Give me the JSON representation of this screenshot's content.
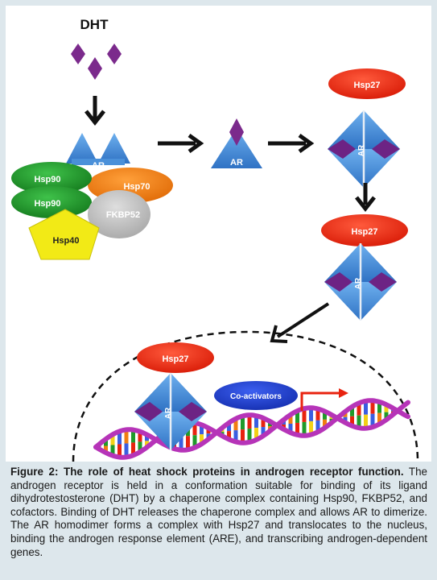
{
  "figure": {
    "ligand_label": "DHT",
    "receptor_label": "AR",
    "chaperones": {
      "hsp90": "Hsp90",
      "hsp70": "Hsp70",
      "fkbp52": "FKBP52",
      "hsp40": "Hsp40"
    },
    "hsp27_label": "Hsp27",
    "coactivators_label": "Co-activators"
  },
  "caption": {
    "heading": "Figure 2: The role of heat shock proteins in androgen receptor function.",
    "body": "The androgen receptor is held in a conformation suitable for binding of its ligand dihydrotestosterone (DHT) by a chaperone complex containing Hsp90, FKBP52, and cofactors. Binding of DHT releases the chaperone complex and allows AR to dimerize. The AR homodimer forms a complex with Hsp27 and translocates to the nucleus, binding the androgen response element (ARE), and transcribing androgen-dependent genes."
  },
  "colors": {
    "dht": "#7b2a8c",
    "ar": "#4a90d9",
    "hsp90": "#1f9a2a",
    "hsp70": "#f07d10",
    "fkbp52": "#c4c4c4",
    "hsp40": "#f2ea16",
    "hsp27": "#e8230f",
    "coactivators": "#1f3fcf",
    "dna_backbone": "#b634b8",
    "transcription_arrow": "#e8230f"
  }
}
